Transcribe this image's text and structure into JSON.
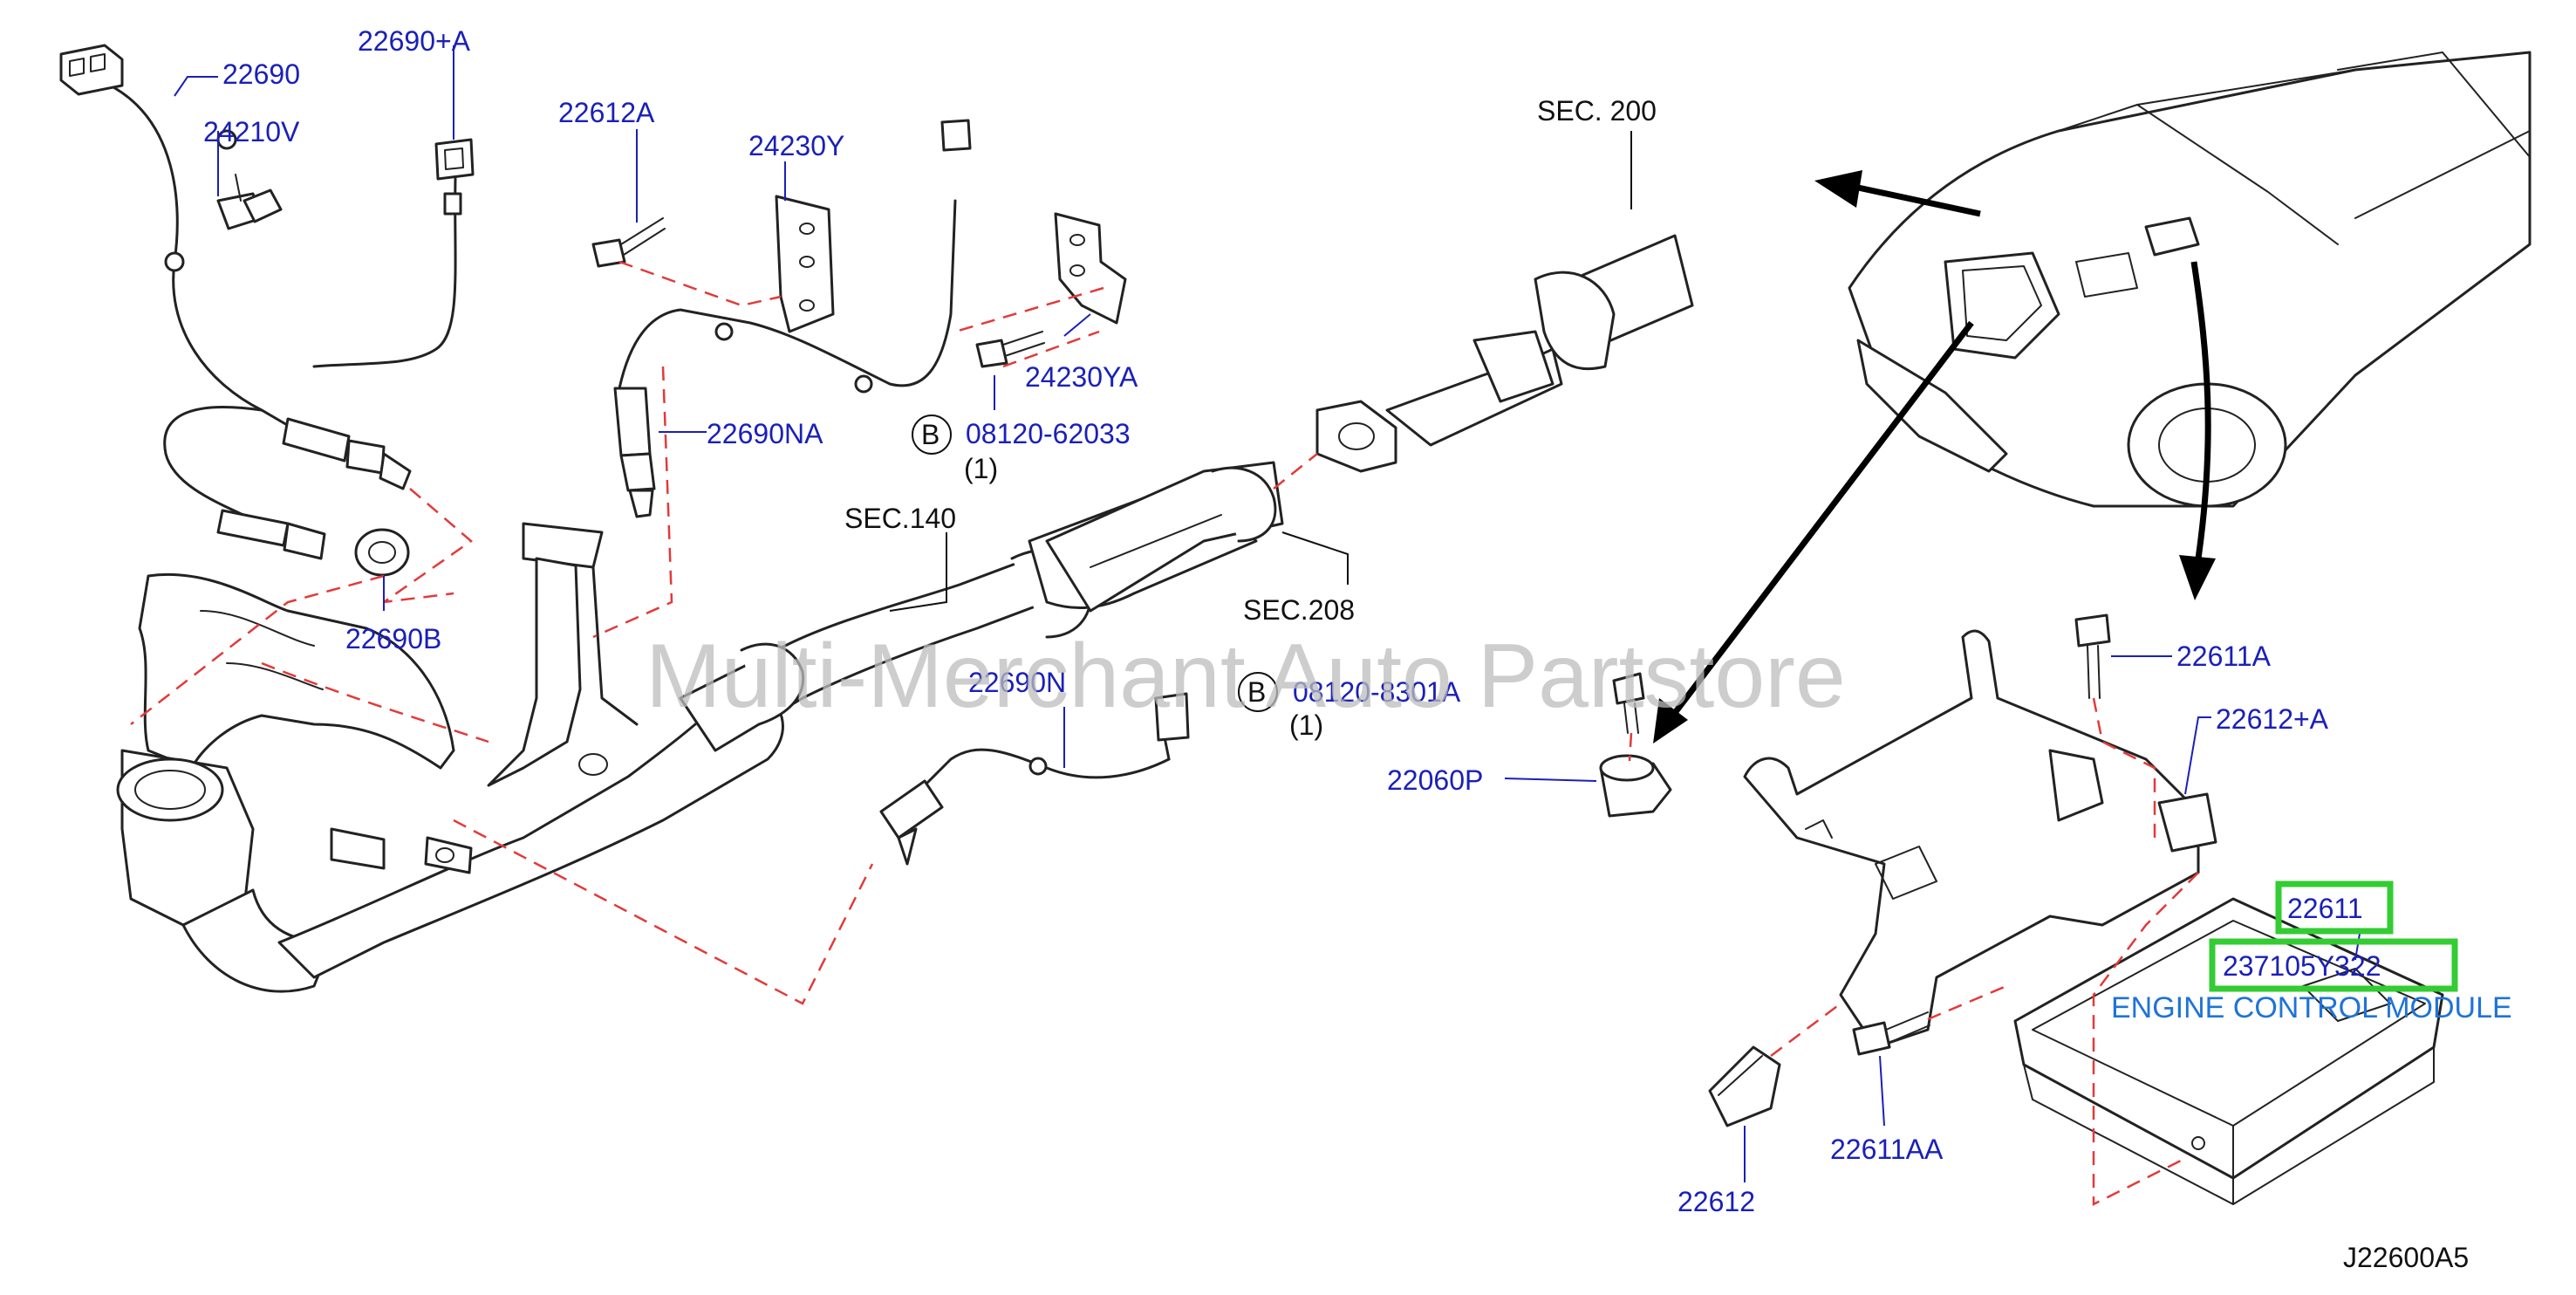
{
  "watermark": "Multi-Merchant Auto Partstore",
  "labels": {
    "l22690": "22690",
    "l22690A": "22690+A",
    "l24210V": "24210V",
    "l22612A": "22612A",
    "l24230Y": "24230Y",
    "l24230YA": "24230YA",
    "l22690NA": "22690NA",
    "l08120_62033": "08120-62033",
    "l08120_62033_qty": "(1)",
    "l22690B": "22690B",
    "lSEC140": "SEC.140",
    "lSEC208": "SEC.208",
    "lSEC200": "SEC.  200",
    "l22690N": "22690N",
    "l08120_8301A": "08120-8301A",
    "l08120_8301A_qty": "(1)",
    "l22060P": "22060P",
    "l22611A": "22611A",
    "l22612A2": "22612+A",
    "l22611": "22611",
    "l237105Y322": "237105Y322",
    "lECM": "ENGINE CONTROL MODULE",
    "l22612": "22612",
    "l22611AA": "22611AA",
    "lDiagramCode": "J22600A5",
    "bolt_marker": "B"
  },
  "colors": {
    "label_blue": "#1a20b8",
    "ecm_blue": "#1e73d8",
    "highlight_green": "#33cc33",
    "dashed_red": "#e23a3a",
    "watermark_gray": "#bdbdbd"
  }
}
